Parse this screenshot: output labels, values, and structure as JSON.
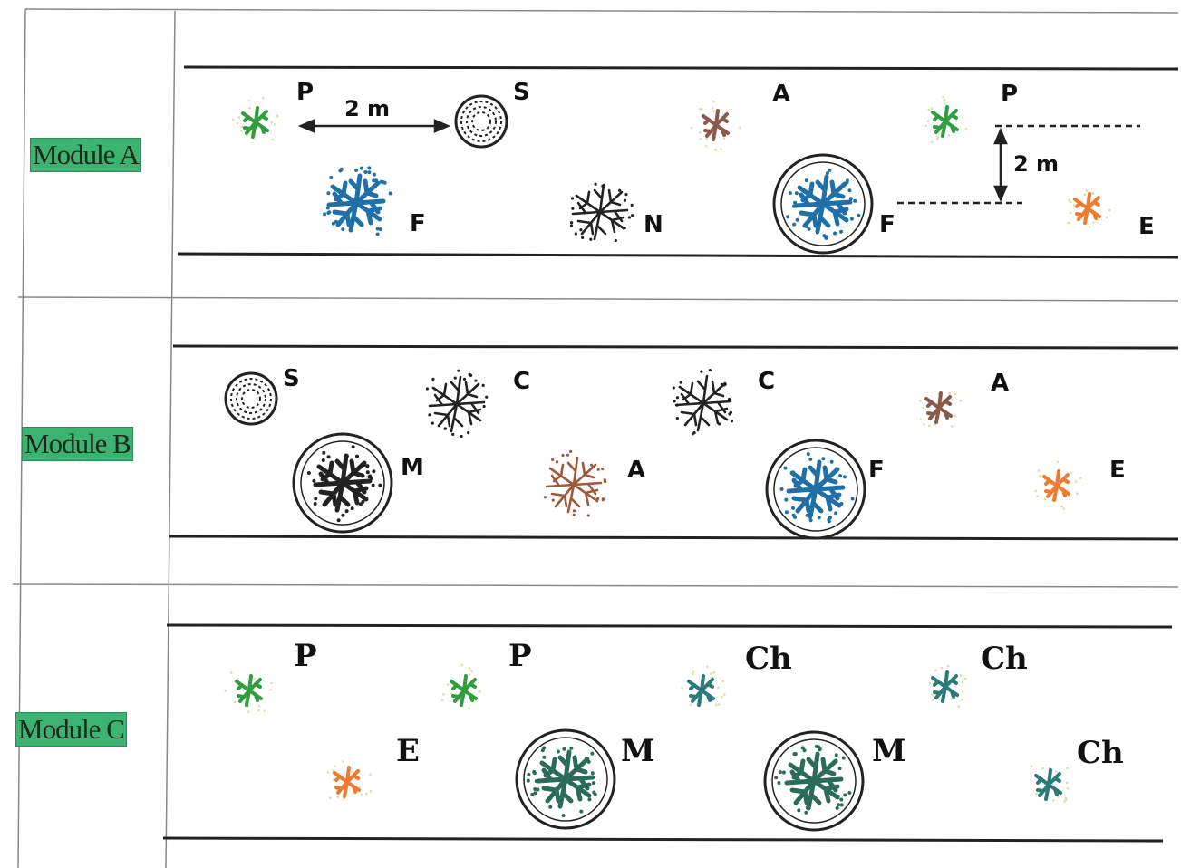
{
  "modules": [
    {
      "label": "Module A",
      "trees": [
        {
          "code": "P",
          "kind": "small",
          "color": "#2e9e3e"
        },
        {
          "code": "S",
          "kind": "shrub",
          "color": "#222222"
        },
        {
          "code": "A",
          "kind": "small",
          "color": "#8b5a4a"
        },
        {
          "code": "P",
          "kind": "small",
          "color": "#2e9e3e"
        },
        {
          "code": "F",
          "kind": "large",
          "color": "#1f6fa8"
        },
        {
          "code": "N",
          "kind": "medium",
          "color": "#222222"
        },
        {
          "code": "F",
          "kind": "large-ringed",
          "color": "#1f6fa8"
        },
        {
          "code": "E",
          "kind": "small",
          "color": "#f07a2e"
        }
      ],
      "dimensions": {
        "horizontal": "2 m",
        "vertical": "2 m"
      }
    },
    {
      "label": "Module B",
      "trees": [
        {
          "code": "S",
          "kind": "shrub",
          "color": "#222222"
        },
        {
          "code": "C",
          "kind": "medium",
          "color": "#222222"
        },
        {
          "code": "C",
          "kind": "medium",
          "color": "#222222"
        },
        {
          "code": "A",
          "kind": "small",
          "color": "#8b5a4a"
        },
        {
          "code": "M",
          "kind": "large-ringed",
          "color": "#222222"
        },
        {
          "code": "A",
          "kind": "medium",
          "color": "#a0583a"
        },
        {
          "code": "F",
          "kind": "large-ringed",
          "color": "#1f6fa8"
        },
        {
          "code": "E",
          "kind": "small",
          "color": "#f07a2e"
        }
      ]
    },
    {
      "label": "Module C",
      "trees": [
        {
          "code": "P",
          "kind": "small",
          "color": "#2e9e3e"
        },
        {
          "code": "P",
          "kind": "small",
          "color": "#2e9e3e"
        },
        {
          "code": "Ch",
          "kind": "small",
          "color": "#2a7a7a"
        },
        {
          "code": "Ch",
          "kind": "small",
          "color": "#2a7a7a"
        },
        {
          "code": "E",
          "kind": "small",
          "color": "#f07a2e"
        },
        {
          "code": "M",
          "kind": "large-ringed",
          "color": "#2b6b5a"
        },
        {
          "code": "M",
          "kind": "large-ringed",
          "color": "#2b6b5a"
        },
        {
          "code": "Ch",
          "kind": "small",
          "color": "#2a7a7a"
        }
      ]
    }
  ]
}
